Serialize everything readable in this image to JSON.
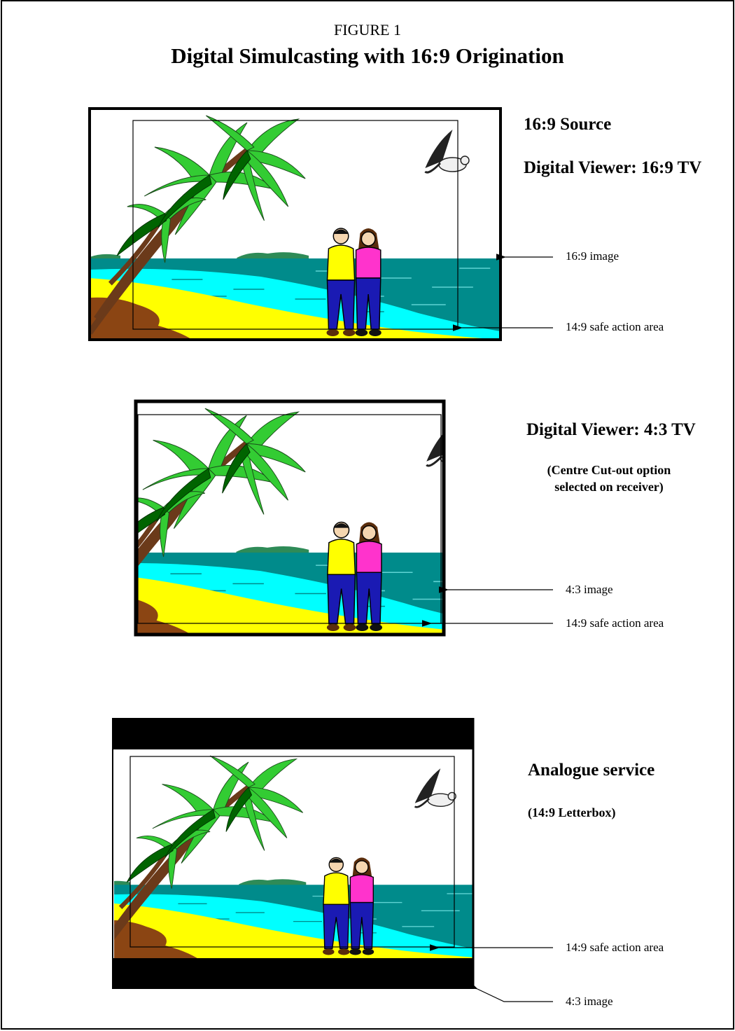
{
  "figure": {
    "number": "FIGURE 1",
    "title": "Digital Simulcasting with 16:9 Origination"
  },
  "panels": [
    {
      "heading": "16:9 Source",
      "subheading": "Digital Viewer: 16:9 TV",
      "annotations": [
        "16:9 image",
        "14:9 safe action area"
      ]
    },
    {
      "heading": "Digital Viewer: 4:3 TV",
      "note_line1": "(Centre Cut-out option",
      "note_line2": "selected on receiver)",
      "annotations": [
        "4:3 image",
        "14:9 safe action area"
      ]
    },
    {
      "heading": "Analogue service",
      "note": "(14:9 Letterbox)",
      "annotations": [
        "14:9 safe action area",
        "4:3 image"
      ]
    }
  ],
  "colors": {
    "sky": "#ffffff",
    "sea": "#008b8b",
    "surf": "#00ffff",
    "sand": "#ffff00",
    "palm_light": "#33cc33",
    "palm_dark": "#006400",
    "trunk": "#6b3a1a",
    "shadow": "#8b4513",
    "shirt_man": "#ffff00",
    "shirt_woman": "#ff33cc",
    "jeans": "#1a1ab3",
    "letterbox": "#000000"
  }
}
